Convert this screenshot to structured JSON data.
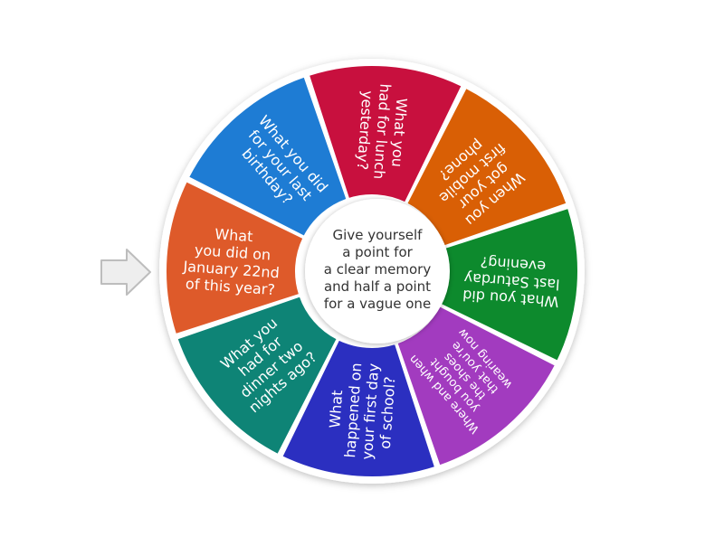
{
  "wheel": {
    "center_text": "Give yourself\na point for\na clear memory\nand half a point\nfor a vague one",
    "segments": [
      {
        "label": "What you had for lunch yesterday?",
        "lines": [
          "What you",
          "had for lunch",
          "yesterday?"
        ],
        "color": "#c8103e"
      },
      {
        "label": "When you got your first mobile phone?",
        "lines": [
          "When you",
          "got your",
          "first mobile",
          "phone?"
        ],
        "color": "#d95f05"
      },
      {
        "label": "What you did last Saturday evening?",
        "lines": [
          "What you did",
          "last Saturday",
          "evening?"
        ],
        "color": "#0d8a2d"
      },
      {
        "label": "Where and when you bought the shoes that you're wearing now",
        "lines": [
          "Where and when",
          "you bought",
          "the shoes",
          "that you're",
          "wearing now"
        ],
        "color": "#a23bbf"
      },
      {
        "label": "What happened on your first day of school?",
        "lines": [
          "What",
          "happened on",
          "your first day",
          "of school?"
        ],
        "color": "#2b2fc0"
      },
      {
        "label": "What you had for dinner two nights ago?",
        "lines": [
          "What you",
          "had for",
          "dinner two",
          "nights ago?"
        ],
        "color": "#0e8476"
      },
      {
        "label": "What you did on January 22nd of this year?",
        "lines": [
          "What",
          "you did on",
          "January 22nd",
          "of this year?"
        ],
        "color": "#de5a2a"
      },
      {
        "label": "What you did for your last birthday?",
        "lines": [
          "What you did",
          "for your last",
          "birthday?"
        ],
        "color": "#1e7cd4"
      }
    ]
  },
  "icons": {
    "pointer": "arrow-right-icon"
  }
}
